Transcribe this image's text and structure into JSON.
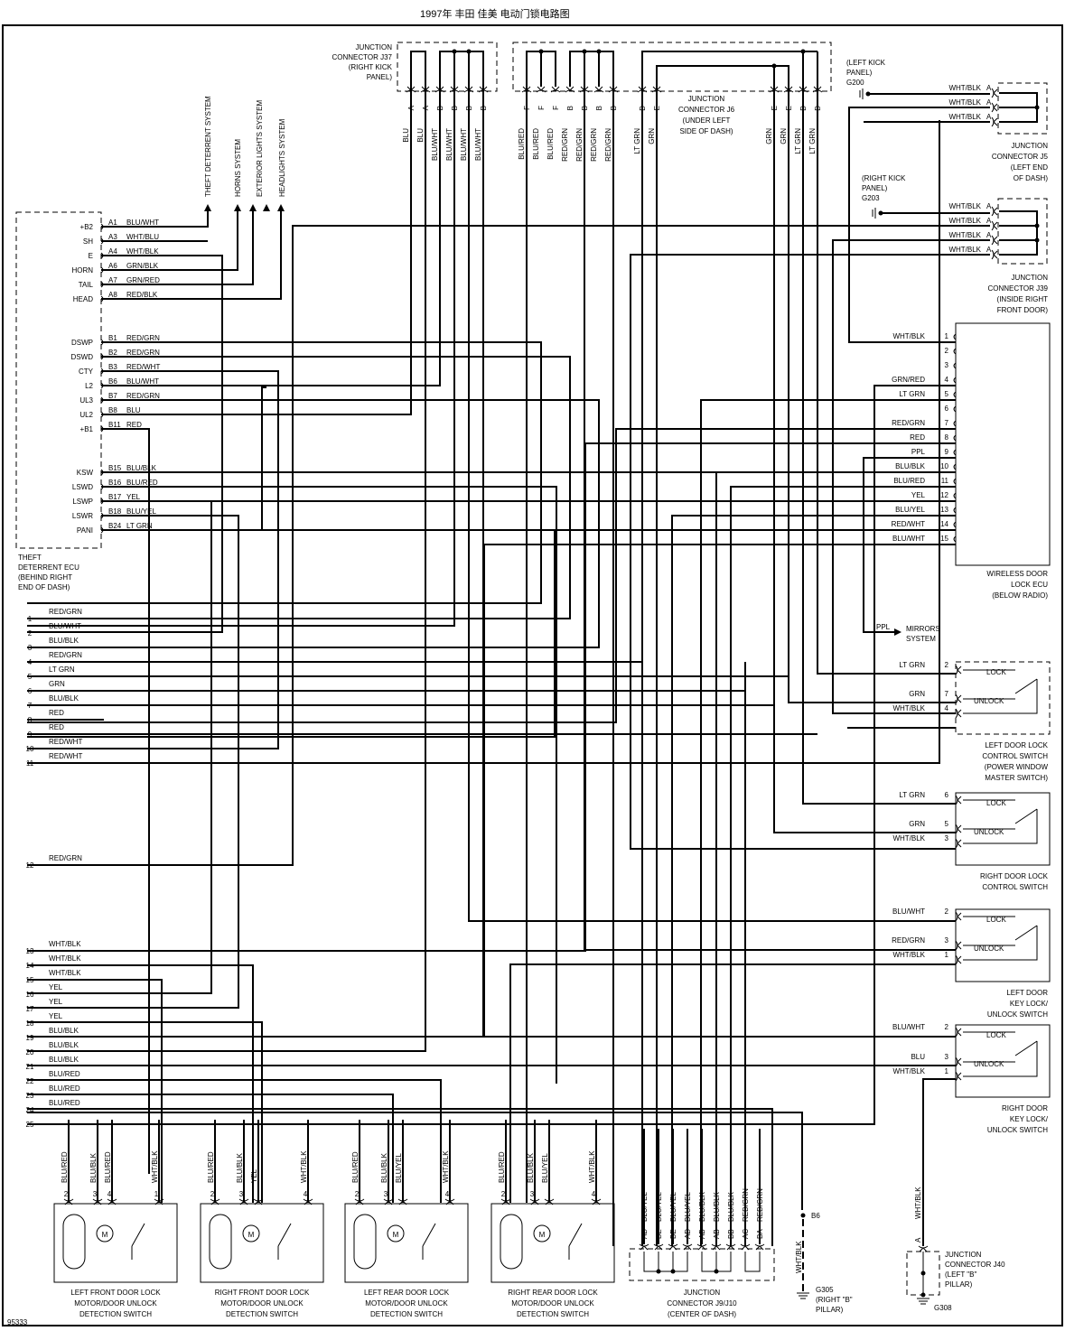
{
  "title": "1997年 丰田 佳美 电动门锁电路图",
  "figure_number": "95333",
  "ecu": {
    "label": [
      "THEFT",
      "DETERRENT ECU",
      "(BEHIND RIGHT",
      "END OF DASH)"
    ],
    "pins": [
      {
        "name": "+B2",
        "pin": "A1",
        "wire": "BLU/WHT"
      },
      {
        "name": "SH",
        "pin": "A3",
        "wire": "WHT/BLU"
      },
      {
        "name": "E",
        "pin": "A4",
        "wire": "WHT/BLK"
      },
      {
        "name": "HORN",
        "pin": "A6",
        "wire": "GRN/BLK"
      },
      {
        "name": "TAIL",
        "pin": "A7",
        "wire": "GRN/RED"
      },
      {
        "name": "HEAD",
        "pin": "A8",
        "wire": "RED/BLK"
      },
      {
        "name": "DSWP",
        "pin": "B1",
        "wire": "RED/GRN"
      },
      {
        "name": "DSWD",
        "pin": "B2",
        "wire": "RED/GRN"
      },
      {
        "name": "CTY",
        "pin": "B3",
        "wire": "RED/WHT"
      },
      {
        "name": "L2",
        "pin": "B6",
        "wire": "BLU/WHT"
      },
      {
        "name": "UL3",
        "pin": "B7",
        "wire": "RED/GRN"
      },
      {
        "name": "UL2",
        "pin": "B8",
        "wire": "BLU"
      },
      {
        "name": "+B1",
        "pin": "B11",
        "wire": "RED"
      },
      {
        "name": "KSW",
        "pin": "B15",
        "wire": "BLU/BLK"
      },
      {
        "name": "LSWD",
        "pin": "B16",
        "wire": "BLU/RED"
      },
      {
        "name": "LSWP",
        "pin": "B17",
        "wire": "YEL"
      },
      {
        "name": "LSWR",
        "pin": "B18",
        "wire": "BLU/YEL"
      },
      {
        "name": "PANI",
        "pin": "B24",
        "wire": "LT GRN"
      }
    ]
  },
  "systems": [
    "THEFT DETERRENT SYSTEM",
    "HORNS SYSTEM",
    "EXTERIOR LIGHTS SYSTEM",
    "HEADLIGHTS SYSTEM"
  ],
  "j37": {
    "label": [
      "JUNCTION",
      "CONNECTOR J37",
      "(RIGHT KICK",
      "PANEL)"
    ],
    "wires": [
      {
        "pin": "A",
        "color": "BLU"
      },
      {
        "pin": "A",
        "color": "BLU"
      },
      {
        "pin": "B",
        "color": "BLU/WHT"
      },
      {
        "pin": "B",
        "color": "BLU/WHT"
      },
      {
        "pin": "B",
        "color": "BLU/WHT"
      },
      {
        "pin": "B",
        "color": "BLU/WHT"
      }
    ]
  },
  "j6": {
    "label": [
      "JUNCTION",
      "CONNECTOR J6",
      "(UNDER LEFT",
      "SIDE OF DASH)"
    ],
    "left_wires": [
      {
        "pin": "F",
        "color": "BLU/RED"
      },
      {
        "pin": "F",
        "color": "BLU/RED"
      },
      {
        "pin": "F",
        "color": "BLU/RED"
      },
      {
        "pin": "B",
        "color": "RED/GRN"
      },
      {
        "pin": "B",
        "color": "RED/GRN"
      },
      {
        "pin": "B",
        "color": "RED/GRN"
      },
      {
        "pin": "B",
        "color": "RED/GRN"
      },
      {
        "pin": "D",
        "color": "LT GRN"
      },
      {
        "pin": "E",
        "color": "GRN"
      }
    ],
    "right_wires": [
      {
        "pin": "E",
        "color": "GRN"
      },
      {
        "pin": "E",
        "color": "GRN"
      },
      {
        "pin": "D",
        "color": "LT GRN"
      },
      {
        "pin": "D",
        "color": "LT GRN"
      }
    ]
  },
  "g200": {
    "label": [
      "(LEFT KICK",
      "PANEL)",
      "G200"
    ]
  },
  "j5": {
    "label": [
      "JUNCTION",
      "CONNECTOR J5",
      "(LEFT END",
      "OF DASH)"
    ],
    "wires": [
      {
        "pin": "A",
        "color": "WHT/BLK"
      },
      {
        "pin": "A",
        "color": "WHT/BLK"
      },
      {
        "pin": "A",
        "color": "WHT/BLK"
      }
    ]
  },
  "g203": {
    "label": [
      "(RIGHT KICK",
      "PANEL)",
      "G203"
    ]
  },
  "j39": {
    "label": [
      "JUNCTION",
      "CONNECTOR J39",
      "(INSIDE RIGHT",
      "FRONT DOOR)"
    ],
    "wires": [
      {
        "pin": "A",
        "color": "WHT/BLK"
      },
      {
        "pin": "A",
        "color": "WHT/BLK"
      },
      {
        "pin": "A",
        "color": "WHT/BLK"
      },
      {
        "pin": "A",
        "color": "WHT/BLK"
      }
    ]
  },
  "wireless_ecu": {
    "label": [
      "WIRELESS DOOR",
      "LOCK ECU",
      "(BELOW RADIO)"
    ],
    "pins": [
      {
        "pin": "1",
        "wire": "WHT/BLK"
      },
      {
        "pin": "2",
        "wire": ""
      },
      {
        "pin": "3",
        "wire": ""
      },
      {
        "pin": "4",
        "wire": "GRN/RED"
      },
      {
        "pin": "5",
        "wire": "LT GRN"
      },
      {
        "pin": "6",
        "wire": ""
      },
      {
        "pin": "7",
        "wire": "RED/GRN"
      },
      {
        "pin": "8",
        "wire": "RED"
      },
      {
        "pin": "9",
        "wire": "PPL"
      },
      {
        "pin": "10",
        "wire": "BLU/BLK"
      },
      {
        "pin": "11",
        "wire": "BLU/RED"
      },
      {
        "pin": "12",
        "wire": "YEL"
      },
      {
        "pin": "13",
        "wire": "BLU/YEL"
      },
      {
        "pin": "14",
        "wire": "RED/WHT"
      },
      {
        "pin": "15",
        "wire": "BLU/WHT"
      }
    ]
  },
  "mirrors": {
    "wire": "PPL",
    "label": [
      "MIRRORS",
      "SYSTEM"
    ]
  },
  "switches": [
    {
      "label": [
        "LEFT DOOR LOCK",
        "CONTROL SWITCH",
        "(POWER WINDOW",
        "MASTER SWITCH)"
      ],
      "lock": "LOCK",
      "unlock": "UNLOCK",
      "wires": [
        {
          "pin": "2",
          "color": "LT GRN"
        },
        {
          "pin": "7",
          "color": "GRN"
        },
        {
          "pin": "4",
          "color": "WHT/BLK"
        }
      ]
    },
    {
      "label": [
        "RIGHT DOOR LOCK",
        "CONTROL SWITCH"
      ],
      "lock": "LOCK",
      "unlock": "UNLOCK",
      "wires": [
        {
          "pin": "6",
          "color": "LT GRN"
        },
        {
          "pin": "5",
          "color": "GRN"
        },
        {
          "pin": "3",
          "color": "WHT/BLK"
        }
      ]
    },
    {
      "label": [
        "LEFT DOOR",
        "KEY LOCK/",
        "UNLOCK SWITCH"
      ],
      "lock": "LOCK",
      "unlock": "UNLOCK",
      "wires": [
        {
          "pin": "2",
          "color": "BLU/WHT"
        },
        {
          "pin": "3",
          "color": "RED/GRN"
        },
        {
          "pin": "1",
          "color": "WHT/BLK"
        }
      ]
    },
    {
      "label": [
        "RIGHT DOOR",
        "KEY LOCK/",
        "UNLOCK SWITCH"
      ],
      "lock": "LOCK",
      "unlock": "UNLOCK",
      "wires": [
        {
          "pin": "2",
          "color": "BLU/WHT"
        },
        {
          "pin": "3",
          "color": "BLU"
        },
        {
          "pin": "1",
          "color": "WHT/BLK"
        }
      ]
    }
  ],
  "rows": [
    {
      "num": "1",
      "color": "RED/GRN"
    },
    {
      "num": "2",
      "color": "BLU/WHT"
    },
    {
      "num": "3",
      "color": "BLU/BLK"
    },
    {
      "num": "4",
      "color": "RED/GRN"
    },
    {
      "num": "5",
      "color": "LT GRN"
    },
    {
      "num": "6",
      "color": "GRN"
    },
    {
      "num": "7",
      "color": "BLU/BLK"
    },
    {
      "num": "8",
      "color": "RED"
    },
    {
      "num": "9",
      "color": "RED"
    },
    {
      "num": "10",
      "color": "RED/WHT"
    },
    {
      "num": "11",
      "color": "RED/WHT"
    },
    {
      "num": "12",
      "color": "RED/GRN"
    },
    {
      "num": "13",
      "color": "WHT/BLK"
    },
    {
      "num": "14",
      "color": "WHT/BLK"
    },
    {
      "num": "15",
      "color": "WHT/BLK"
    },
    {
      "num": "16",
      "color": "YEL"
    },
    {
      "num": "17",
      "color": "YEL"
    },
    {
      "num": "18",
      "color": "YEL"
    },
    {
      "num": "19",
      "color": "BLU/BLK"
    },
    {
      "num": "20",
      "color": "BLU/BLK"
    },
    {
      "num": "21",
      "color": "BLU/BLK"
    },
    {
      "num": "22",
      "color": "BLU/RED"
    },
    {
      "num": "23",
      "color": "BLU/RED"
    },
    {
      "num": "24",
      "color": "BLU/RED"
    },
    {
      "num": "25",
      "color": ""
    }
  ],
  "motors": [
    {
      "label": [
        "LEFT FRONT DOOR LOCK",
        "MOTOR/DOOR UNLOCK",
        "DETECTION SWITCH"
      ],
      "wires": [
        {
          "pin": "2",
          "color": "BLU/RED"
        },
        {
          "pin": "3",
          "color": "BLU/BLK"
        },
        {
          "pin": "4",
          "color": "BLU/RED"
        },
        {
          "pin": "1",
          "color": "WHT/BLK"
        }
      ]
    },
    {
      "label": [
        "RIGHT FRONT DOOR LOCK",
        "MOTOR/DOOR UNLOCK",
        "DETECTION SWITCH"
      ],
      "wires": [
        {
          "pin": "2",
          "color": "BLU/RED"
        },
        {
          "pin": "3",
          "color": "BLU/BLK"
        },
        {
          "pin": "",
          "color": "YEL"
        },
        {
          "pin": "4",
          "color": "WHT/BLK"
        }
      ]
    },
    {
      "label": [
        "LEFT REAR DOOR LOCK",
        "MOTOR/DOOR UNLOCK",
        "DETECTION SWITCH"
      ],
      "wires": [
        {
          "pin": "2",
          "color": "BLU/RED"
        },
        {
          "pin": "3",
          "color": "BLU/BLK"
        },
        {
          "pin": "",
          "color": "BLU/YEL"
        },
        {
          "pin": "4",
          "color": "WHT/BLK"
        }
      ]
    },
    {
      "label": [
        "RIGHT REAR DOOR LOCK",
        "MOTOR/DOOR UNLOCK",
        "DETECTION SWITCH"
      ],
      "wires": [
        {
          "pin": "2",
          "color": "BLU/RED"
        },
        {
          "pin": "3",
          "color": "BLU/BLK"
        },
        {
          "pin": "",
          "color": "BLU/YEL"
        },
        {
          "pin": "4",
          "color": "WHT/BLK"
        }
      ]
    }
  ],
  "motor_symbol": "M",
  "j9j10": {
    "label": [
      "JUNCTION",
      "CONNECTOR J9/J10",
      "(CENTER OF DASH)"
    ],
    "pins": [
      {
        "pin": "AD",
        "color": "BLU/YEL"
      },
      {
        "pin": "BE",
        "color": "BLU/YEL"
      },
      {
        "pin": "BE",
        "color": "BLU/YEL"
      },
      {
        "pin": "AD",
        "color": "BLU/YEL"
      },
      {
        "pin": "AB",
        "color": "BLU/BLK"
      },
      {
        "pin": "AB",
        "color": "BLU/BLK"
      },
      {
        "pin": "BB",
        "color": "BLU/BLK"
      },
      {
        "pin": "AC",
        "color": "RED/GRN"
      },
      {
        "pin": "BA",
        "color": "RED/GRN"
      }
    ]
  },
  "g305": {
    "splice": "B6",
    "wire": "WHT/BLK",
    "label": [
      "G305",
      "(RIGHT \"B\"",
      "PILLAR)"
    ]
  },
  "j40": {
    "pin": "A",
    "wire": "WHT/BLK",
    "label": [
      "JUNCTION",
      "CONNECTOR J40",
      "(LEFT \"B\"",
      "PILLAR)"
    ],
    "ground": "G308"
  }
}
